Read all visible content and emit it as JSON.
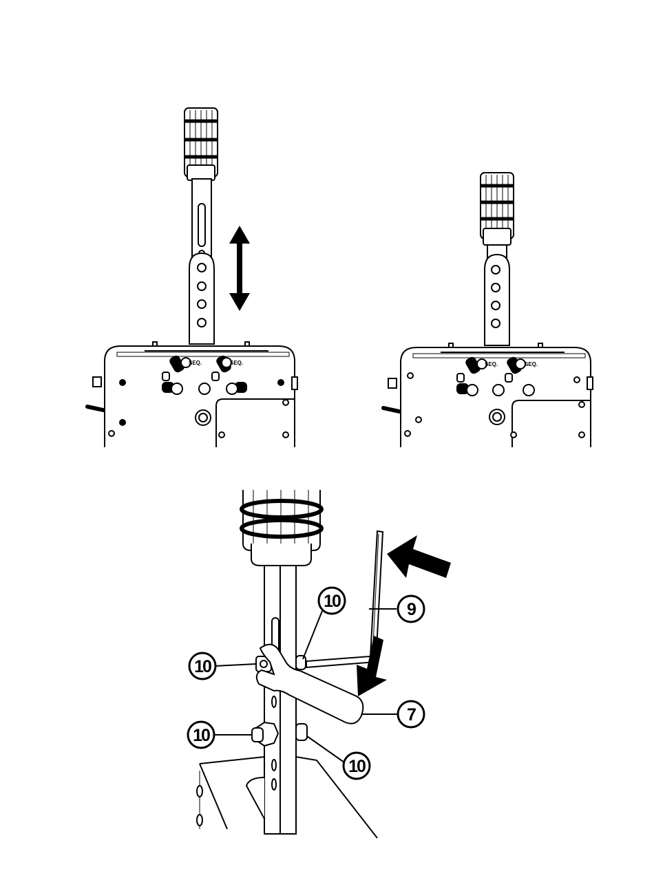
{
  "labels": {
    "seq_left_1": "SEQ.",
    "seq_left_2": "SEQ.",
    "seq_right_1": "SEQ.",
    "seq_right_2": "SEQ."
  },
  "callouts": {
    "nut_upper_right": "10",
    "nut_upper_left": "10",
    "nut_lower_left": "10",
    "nut_lower_right": "10",
    "hex_key": "9",
    "wrench": "7"
  },
  "colors": {
    "line": "#000000",
    "fill": "#ffffff",
    "grey": "#d9d9d9"
  },
  "icons": {
    "arrow_vertical": "double-arrow-up-down-icon",
    "arrow_push": "arrow-push-icon",
    "arrow_turn": "arrow-down-icon"
  }
}
